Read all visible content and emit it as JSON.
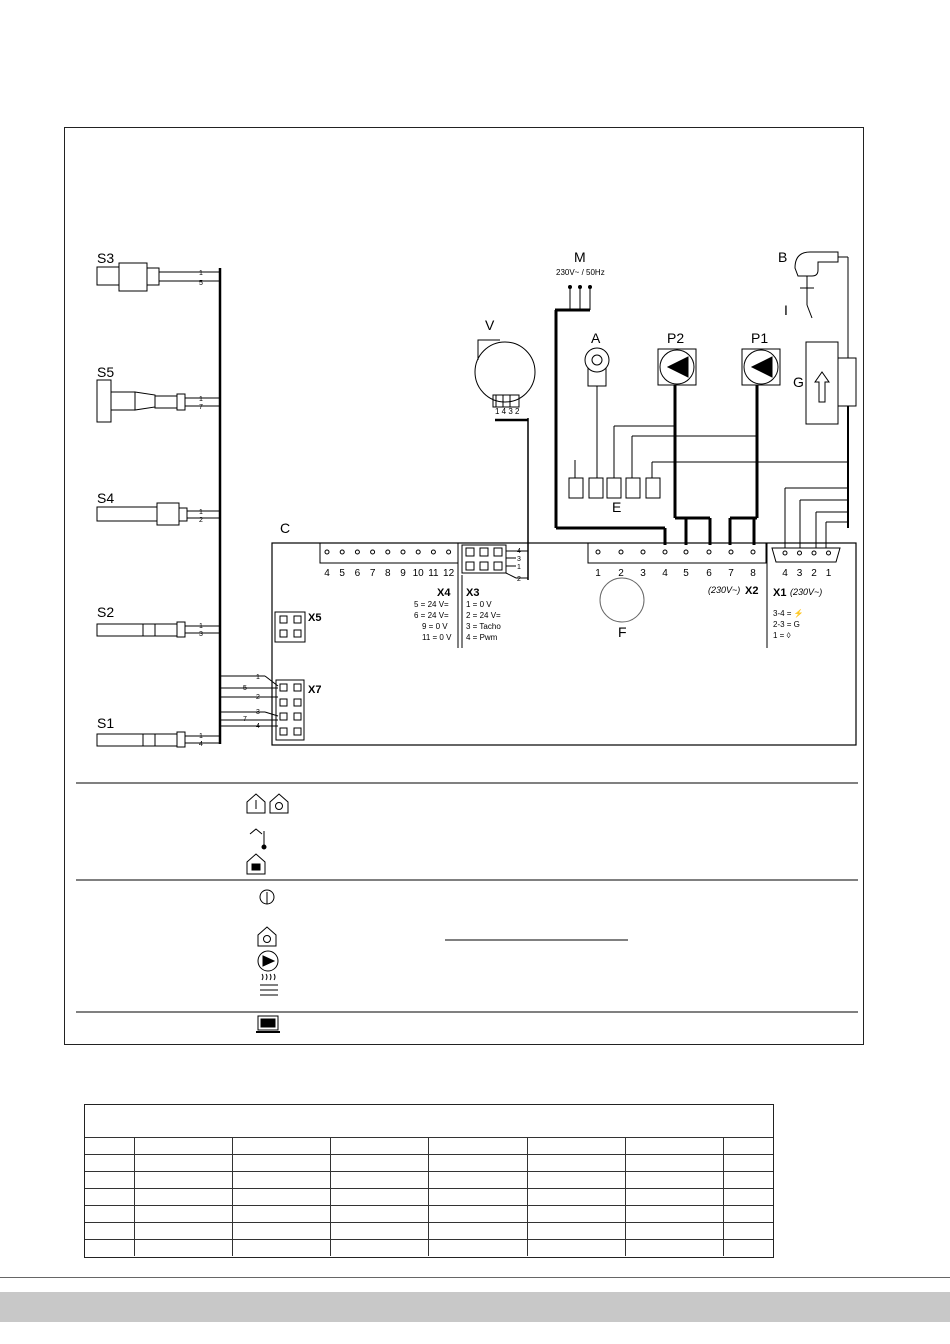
{
  "components": {
    "S3": "S3",
    "S5": "S5",
    "S4": "S4",
    "S2": "S2",
    "S1": "S1",
    "M": "M",
    "M_rating": "230V~ / 50Hz",
    "V": "V",
    "A": "A",
    "P2": "P2",
    "P1": "P1",
    "B": "B",
    "I": "I",
    "G": "G",
    "C": "C",
    "E": "E",
    "F": "F"
  },
  "sensor_wires": {
    "S3": [
      "1",
      "5"
    ],
    "S5": [
      "1",
      "7"
    ],
    "S4": [
      "1",
      "2"
    ],
    "S2": [
      "1",
      "3"
    ],
    "S1": [
      "1",
      "4"
    ]
  },
  "fan_pins": "1 4 3 2",
  "X7_wires": [
    "1",
    "5",
    "2",
    "3",
    "7",
    "4"
  ],
  "connectors": {
    "X4": {
      "name": "X4",
      "pins": [
        "4",
        "5",
        "6",
        "7",
        "8",
        "9",
        "10",
        "11",
        "12"
      ],
      "legend": [
        "5  = 24 V=",
        "6  = 24 V=",
        "9  = 0 V",
        "11 = 0 V"
      ]
    },
    "X3": {
      "name": "X3",
      "pins": [
        "4",
        "3",
        "1",
        "2"
      ],
      "legend": [
        "1   = 0 V",
        "2   = 24 V=",
        "3   = Tacho",
        "4   = Pwm"
      ]
    },
    "X5": {
      "name": "X5"
    },
    "X7": {
      "name": "X7"
    },
    "X2": {
      "name": "X2",
      "rating": "(230V~)",
      "pins": [
        "1",
        "2",
        "3",
        "4",
        "5",
        "6",
        "7",
        "8"
      ]
    },
    "X1": {
      "name": "X1",
      "rating": "(230V~)",
      "pins": [
        "4",
        "3",
        "2",
        "1"
      ],
      "legend": [
        "3-4 = ⚡",
        "2-3 = G",
        "1    = ◊"
      ]
    }
  },
  "legend_icons": [
    "house-thermometer-icon",
    "house-fan-icon",
    "outdoor-thermometer-icon",
    "house-tap-icon",
    "flame-sensor-icon",
    "house-fan-icon",
    "pump-icon",
    "heating-coil-icon",
    "control-panel-icon"
  ],
  "colors": {
    "line": "#000000",
    "frame": "#222222",
    "footer": "#c8c8c8"
  }
}
